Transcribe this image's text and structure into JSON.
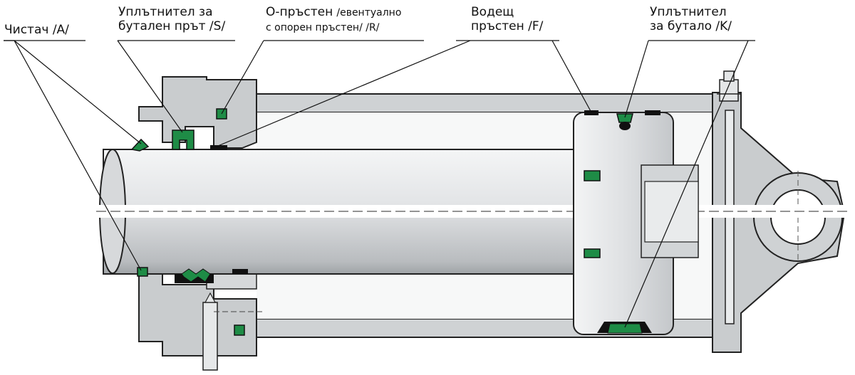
{
  "labels": {
    "wiper": {
      "line1": "Чистач /A/"
    },
    "rod_seal": {
      "line1": "Уплътнител за",
      "line2": "бутален прът /S/"
    },
    "o_ring": {
      "line1_a": "О-пръстен",
      "line1_b": "/евентуално",
      "line2": "с опорен пръстен/ /R/"
    },
    "guide_ring": {
      "line1": "Водещ",
      "line2": "пръстен /F/"
    },
    "piston_seal": {
      "line1": "Уплътнител",
      "line2": "за бутало /K/"
    }
  },
  "colors": {
    "seal_green": "#1e8c46",
    "body_gray": "#c8cbcd",
    "rod_light": "#e9ebec",
    "outline": "#222222"
  }
}
